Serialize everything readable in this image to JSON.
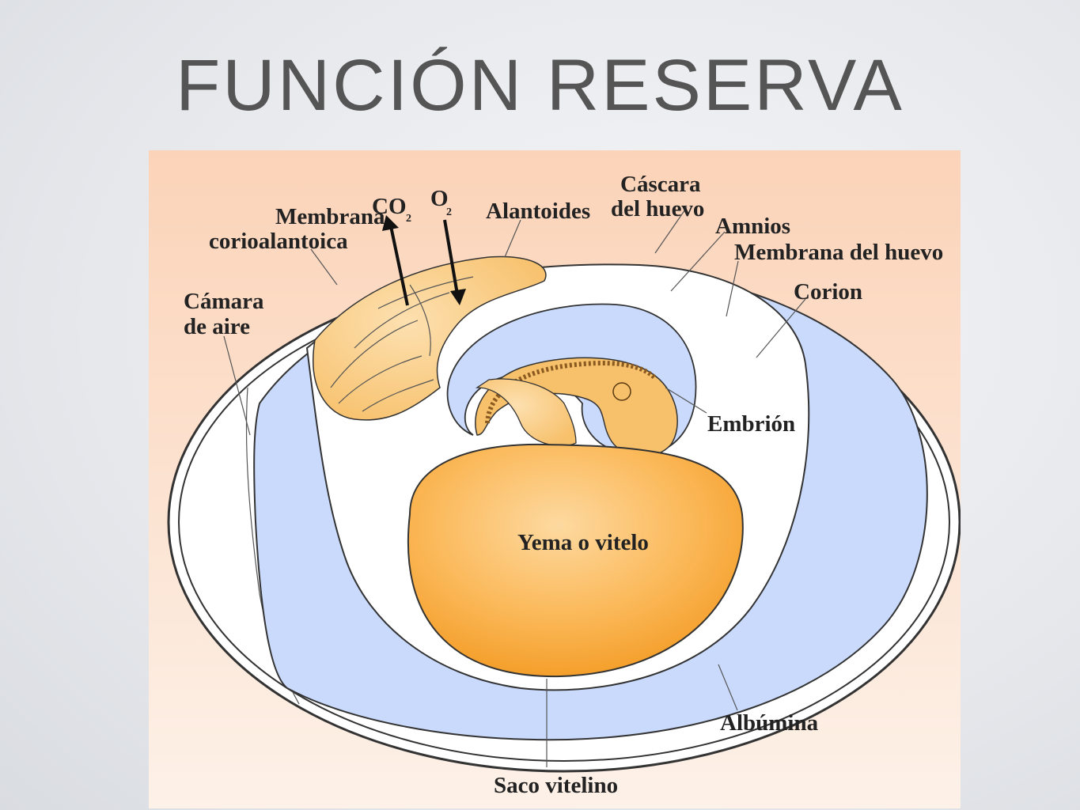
{
  "title": "FUNCIÓN RESERVA",
  "diagram": {
    "labels": {
      "membrana_1": "Membrana",
      "membrana_2": "corioalantoica",
      "camara_1": "Cámara",
      "camara_2": "de aire",
      "co2": "CO",
      "co2_sub": "2",
      "o2": "O",
      "o2_sub": "2",
      "alantoides": "Alantoides",
      "cascara_1": "Cáscara",
      "cascara_2": "del huevo",
      "amnios": "Amnios",
      "membrana_huevo": "Membrana del huevo",
      "corion": "Corion",
      "embrion": "Embrión",
      "yema": "Yema o vitelo",
      "albumina": "Albúmina",
      "saco": "Saco vitelino"
    },
    "colors": {
      "background": "#fbd9c3",
      "albumen": "#c9dafc",
      "white_space": "#ffffff",
      "yolk": "#f7a838",
      "yolk_light": "#fcd193",
      "outline": "#333333"
    }
  }
}
